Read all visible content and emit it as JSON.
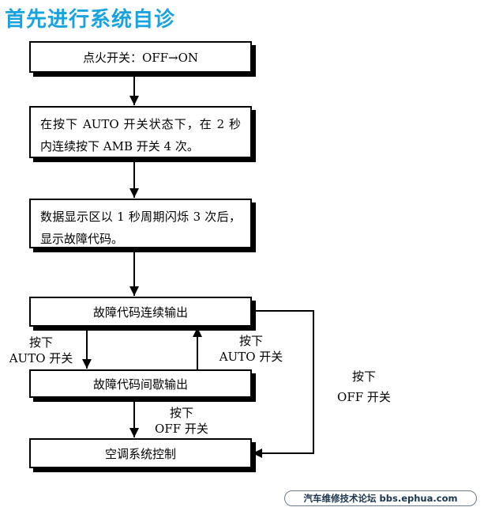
{
  "title": "首先进行系统自诊",
  "title_color": "#16a3e0",
  "nodes": {
    "ignition": "点火开关：OFF→ON",
    "press_auto": "在按下 AUTO 开关状态下，在 2 秒内连续按下 AMB 开关 4 次。",
    "display_flash": "数据显示区以 1 秒周期闪烁 3 次后，显示故障代码。",
    "code_continuous": "故障代码连续输出",
    "code_intermittent": "故障代码间歇输出",
    "ac_control": "空调系统控制"
  },
  "edge_labels": {
    "to_intermittent": {
      "line1": "按下",
      "line2": "AUTO 开关"
    },
    "to_continuous": {
      "line1": "按下",
      "line2": "AUTO 开关"
    },
    "intermittent_to_control": {
      "line1": "按下",
      "line2": "OFF 开关"
    },
    "continuous_to_control": {
      "line1": "按下",
      "line2": "OFF 开关"
    }
  },
  "watermark": "汽车维修技术论坛 bbs.ephua.com"
}
